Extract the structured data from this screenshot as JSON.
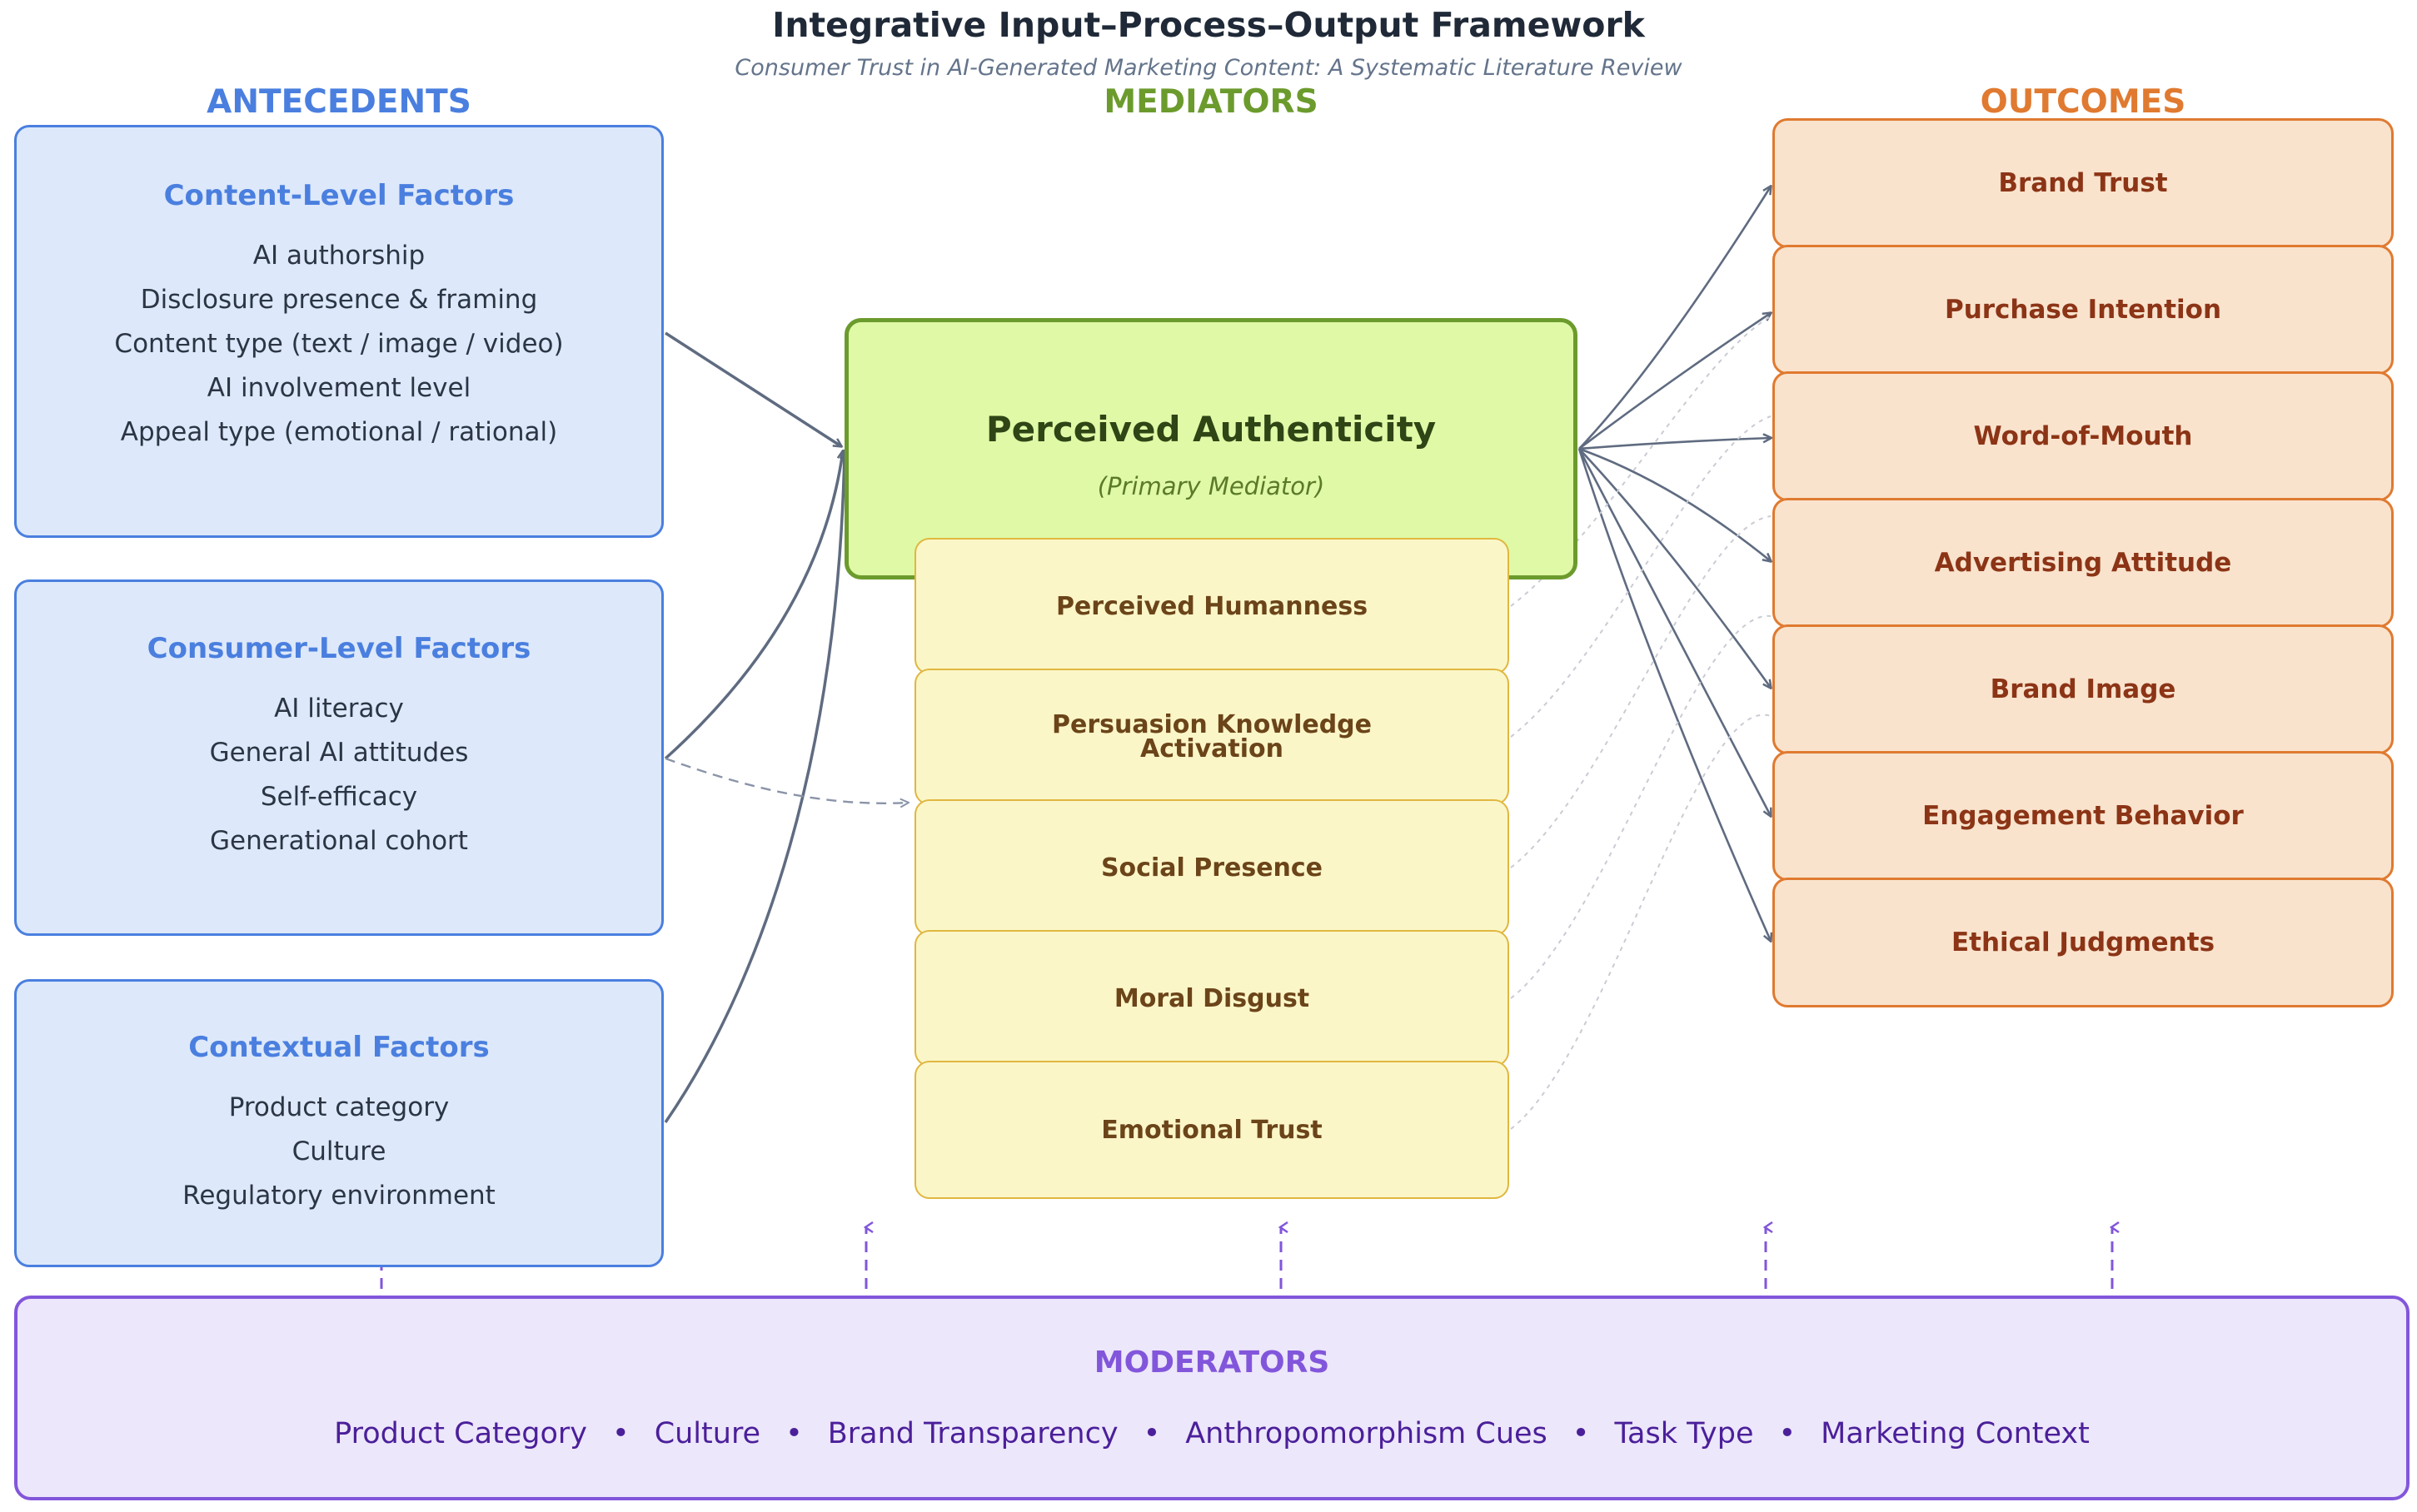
{
  "title": "Integrative Input–Process–Output Framework",
  "subtitle": "Consumer Trust in AI-Generated Marketing Content: A Systematic Literature Review",
  "columns": {
    "antecedents": "ANTECEDENTS",
    "mediators": "MEDIATORS",
    "outcomes": "OUTCOMES"
  },
  "antecedents": [
    {
      "title": "Content-Level Factors",
      "items": [
        "AI authorship",
        "Disclosure presence & framing",
        "Content type (text / image / video)",
        "AI involvement level",
        "Appeal type (emotional / rational)"
      ]
    },
    {
      "title": "Consumer-Level Factors",
      "items": [
        "AI literacy",
        "General AI attitudes",
        "Self-efficacy",
        "Generational cohort"
      ]
    },
    {
      "title": "Contextual Factors",
      "items": [
        "Product category",
        "Culture",
        "Regulatory environment"
      ]
    }
  ],
  "primary_mediator": {
    "title": "Perceived Authenticity",
    "subtitle": "(Primary Mediator)"
  },
  "mediators": [
    "Perceived Humanness",
    "Persuasion Knowledge\nActivation",
    "Social Presence",
    "Moral Disgust",
    "Emotional Trust"
  ],
  "outcomes": [
    "Brand Trust",
    "Purchase Intention",
    "Word-of-Mouth",
    "Advertising Attitude",
    "Brand Image",
    "Engagement Behavior",
    "Ethical Judgments"
  ],
  "moderators": {
    "title": "MODERATORS",
    "items": [
      "Product Category",
      "Culture",
      "Brand Transparency",
      "Anthropomorphism Cues",
      "Task Type",
      "Marketing Context"
    ],
    "separator": "•"
  },
  "colors": {
    "antecedent_accent": "#4a7fdf",
    "mediator_accent": "#6c9b2d",
    "outcome_accent": "#e07a30",
    "moderator_accent": "#8256db",
    "arrow": "#5f6b80"
  }
}
